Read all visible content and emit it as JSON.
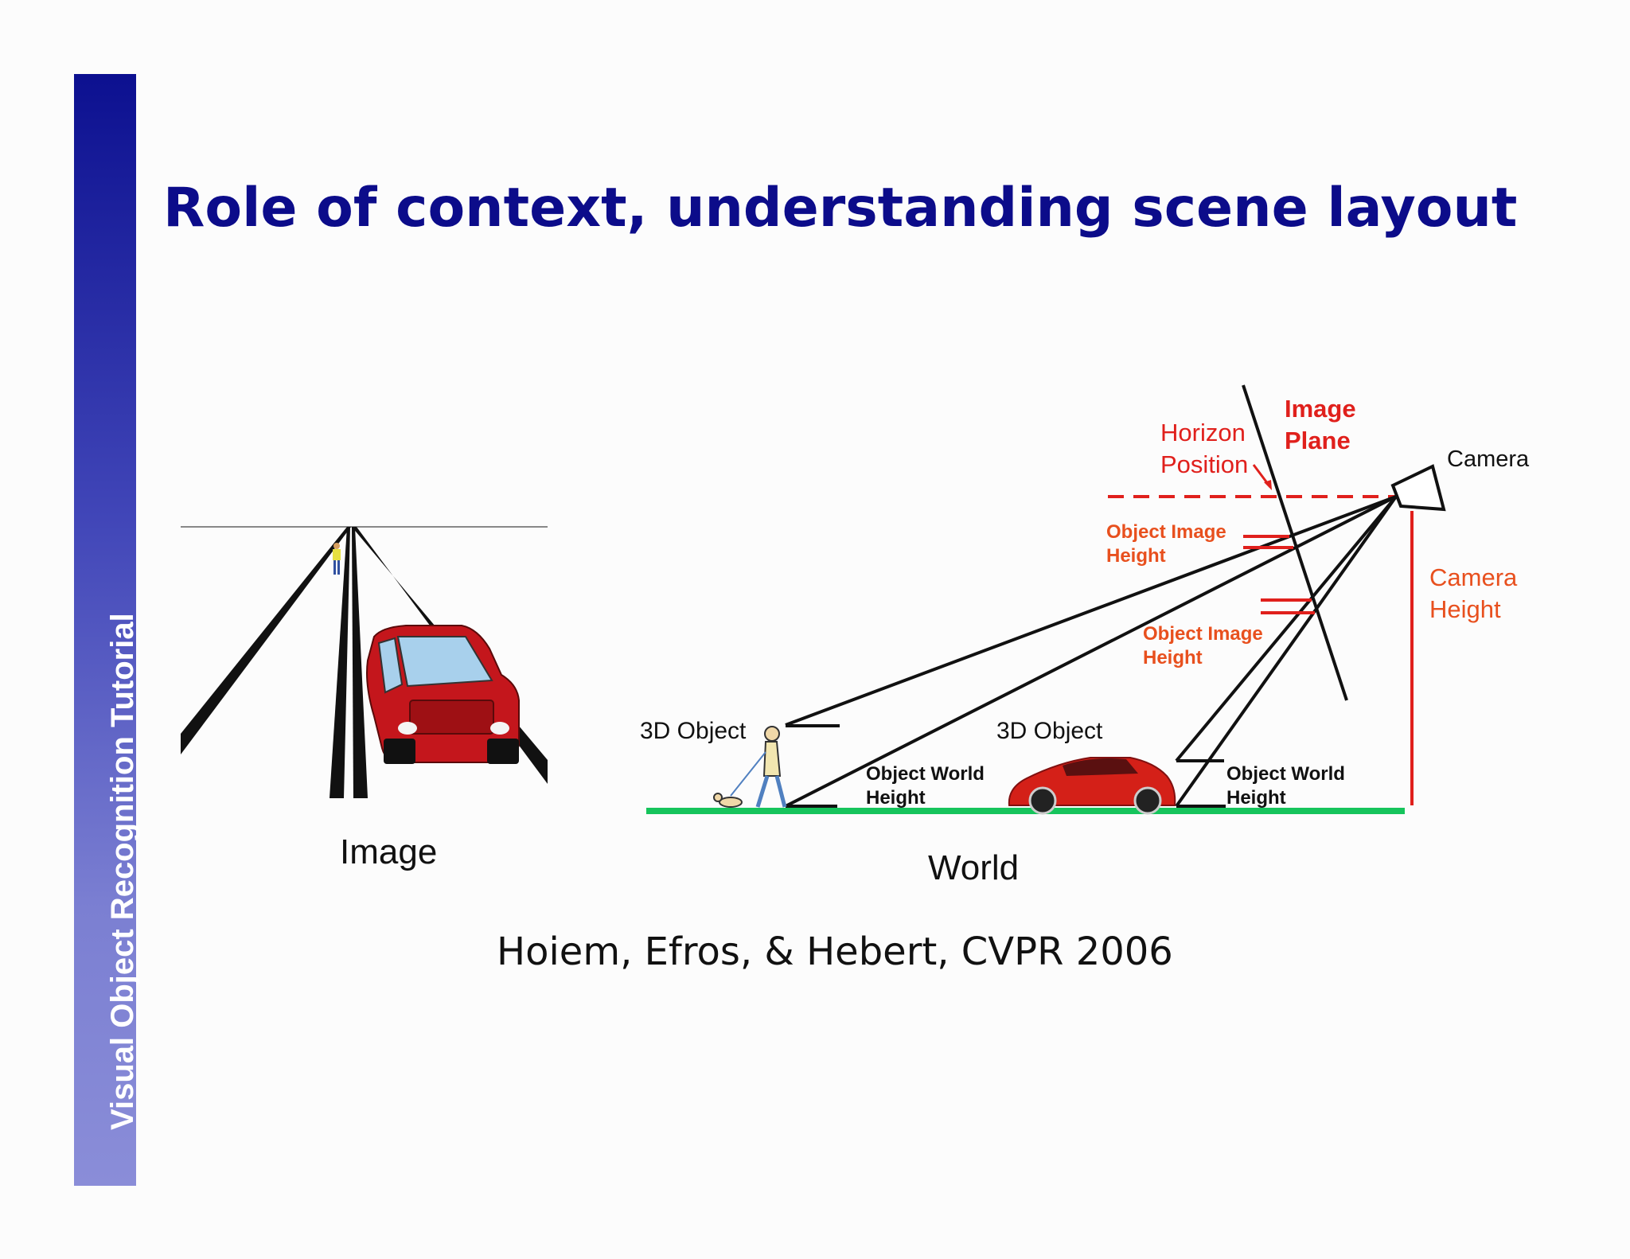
{
  "slide": {
    "title": "Role of context, understanding scene layout",
    "sidebar_text": "Visual Object Recognition Tutorial",
    "citation": "Hoiem, Efros, & Hebert, CVPR 2006"
  },
  "image_panel": {
    "caption": "Image"
  },
  "world_panel": {
    "caption": "World",
    "labels": {
      "horizon_position": [
        "Horizon",
        "Position"
      ],
      "image_plane": [
        "Image",
        "Plane"
      ],
      "camera": "Camera",
      "camera_height": [
        "Camera",
        "Height"
      ],
      "object_image_height_1": [
        "Object Image",
        "Height"
      ],
      "object_image_height_2": [
        "Object Image",
        "Height"
      ],
      "object_3d_1": "3D Object",
      "object_3d_2": "3D Object",
      "object_world_height_1": [
        "Object World",
        "Height"
      ],
      "object_world_height_2": [
        "Object World",
        "Height"
      ]
    }
  },
  "colors": {
    "title": "#0c0c8a",
    "red": "#e0201c",
    "orange": "#e8501e",
    "ground": "#16c45c",
    "car": "#c4161c"
  }
}
